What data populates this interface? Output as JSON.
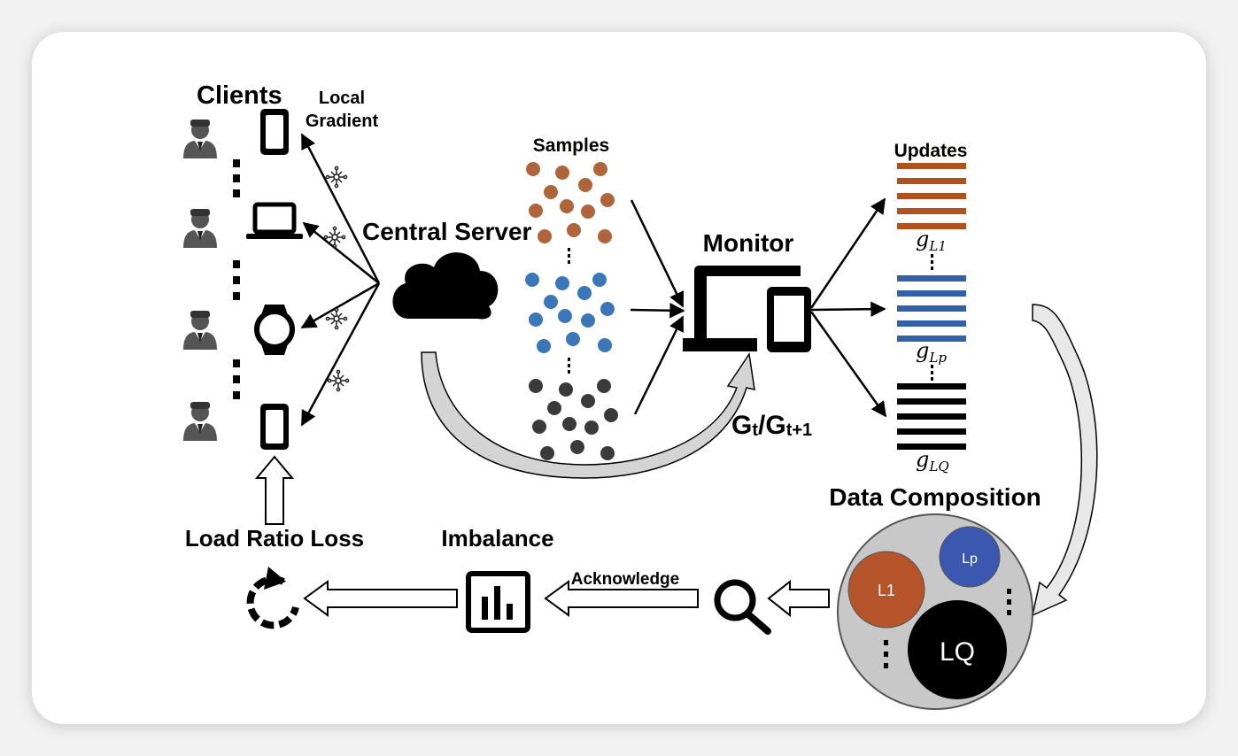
{
  "labels": {
    "clients": "Clients",
    "local_gradient_line1": "Local",
    "local_gradient_line2": "Gradient",
    "central_server": "Central Server",
    "samples": "Samples",
    "monitor": "Monitor",
    "updates": "Updates",
    "g_l1": "g",
    "g_l1_sub": "L1",
    "g_lp": "g",
    "g_lp_sub": "Lp",
    "g_lq": "g",
    "g_lq_sub": "LQ",
    "gt": "G",
    "gt_sub": "t",
    "gt_sep": "/G",
    "gt1_sub": "t+1",
    "data_composition": "Data Composition",
    "load_ratio_loss": "Load Ratio Loss",
    "imbalance": "Imbalance",
    "acknowledge": "Acknowledge",
    "l1": "L1",
    "lp": "Lp",
    "lq": "LQ"
  },
  "colors": {
    "brown": "#b0643a",
    "blue": "#3a76b8",
    "dark": "#3a3a3a",
    "l1_circle": "#b5532a",
    "lp_circle": "#3c57b0",
    "lq_circle": "#000000",
    "composition_bg": "#c8c8c8",
    "arrow_fill": "#d4d4d4"
  },
  "icons": {
    "person": "person-icon",
    "phone": "phone-icon",
    "laptop": "laptop-icon",
    "watch": "watch-icon",
    "cloud": "cloud-icon",
    "monitor": "monitor-device-icon",
    "chart": "bar-chart-icon",
    "search": "search-icon",
    "refresh": "refresh-icon",
    "gradient": "gradient-icon"
  }
}
